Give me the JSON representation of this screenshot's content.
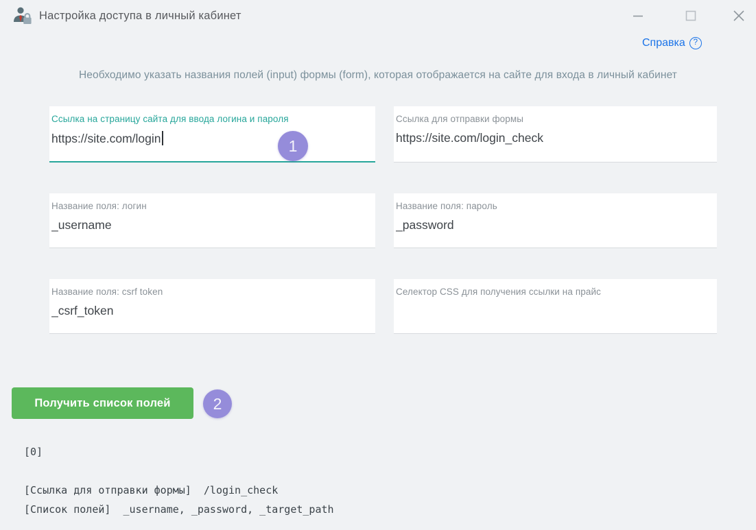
{
  "window": {
    "title": "Настройка доступа в личный кабинет"
  },
  "help": {
    "label": "Справка",
    "icon_glyph": "?"
  },
  "description": "Необходимо указать названия полей (input) формы (form), которая отображается на сайте для входа в личный кабинет",
  "form": {
    "fields": [
      {
        "label": "Ссылка на страницу сайта для ввода логина и пароля",
        "value": "https://site.com/login",
        "focused": true
      },
      {
        "label": "Ссылка для отправки формы",
        "value": "https://site.com/login_check",
        "focused": false
      },
      {
        "label": "Название поля: логин",
        "value": "_username",
        "focused": false
      },
      {
        "label": "Название поля: пароль",
        "value": "_password",
        "focused": false
      },
      {
        "label": "Название поля: csrf token",
        "value": "_csrf_token",
        "focused": false
      },
      {
        "label": "Селектор CSS для получения ссылки на прайс",
        "value": "",
        "focused": false
      }
    ]
  },
  "steps": {
    "badge1": "1",
    "badge2": "2"
  },
  "button": {
    "label": "Получить список полей"
  },
  "output": {
    "lines": [
      "[0]",
      "",
      "[Ссылка для отправки формы]  /login_check",
      "[Список полей]  _username, _password, _target_path"
    ]
  },
  "colors": {
    "accent_teal": "#26a69a",
    "button_green": "#5cb85c",
    "badge_purple": "#958cda",
    "link_blue": "#1a73e8",
    "background": "#f0f2f4"
  }
}
